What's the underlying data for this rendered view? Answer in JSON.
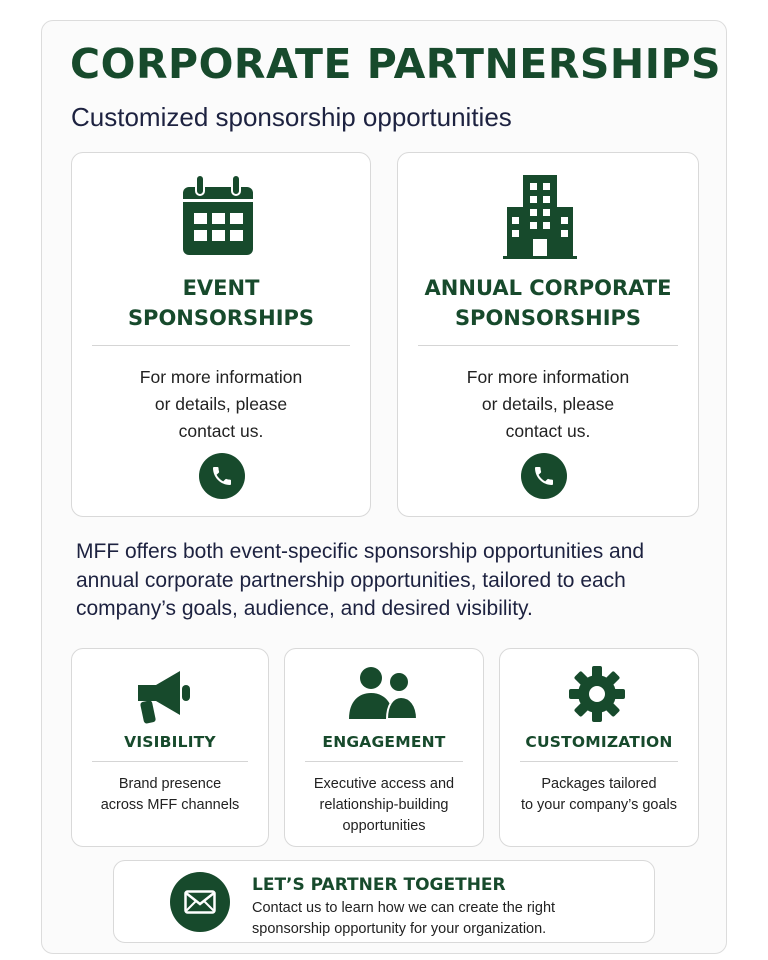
{
  "header": {
    "title": "CORPORATE PARTNERSHIPS",
    "subtitle": "Customized sponsorship opportunities"
  },
  "sponsorship_cards": [
    {
      "icon": "calendar-icon",
      "heading_line1": "EVENT",
      "heading_line2": "SPONSORSHIPS",
      "text_line1": "For more information",
      "text_line2": "or details, please",
      "text_line3": "contact us.",
      "action_icon": "phone-icon"
    },
    {
      "icon": "office-building-icon",
      "heading_line1": "ANNUAL CORPORATE",
      "heading_line2": "SPONSORSHIPS",
      "text_line1": "For more information",
      "text_line2": "or details, please",
      "text_line3": "contact us.",
      "action_icon": "phone-icon"
    }
  ],
  "intro": {
    "text": "MFF offers both event-specific sponsorship opportunities and annual corporate partnership opportunities, tailored to each company’s goals, audience, and desired visibility."
  },
  "features": [
    {
      "icon": "megaphone-icon",
      "heading": "VISIBILITY",
      "line1": "Brand presence",
      "line2": "across MFF channels",
      "line3": ""
    },
    {
      "icon": "people-icon",
      "heading": "ENGAGEMENT",
      "line1": "Executive access and",
      "line2": "relationship-building",
      "line3": "opportunities"
    },
    {
      "icon": "gear-icon",
      "heading": "CUSTOMIZATION",
      "line1": "Packages tailored",
      "line2": "to your company’s goals",
      "line3": ""
    }
  ],
  "cta": {
    "icon": "envelope-icon",
    "heading": "LET’S PARTNER TOGETHER",
    "line1": "Contact us to learn how we can create the right",
    "line2": "sponsorship opportunity for your organization."
  },
  "colors": {
    "brand_green": "#174a2c",
    "text_navy": "#1d2240",
    "border_gray": "#d9d9d9"
  }
}
